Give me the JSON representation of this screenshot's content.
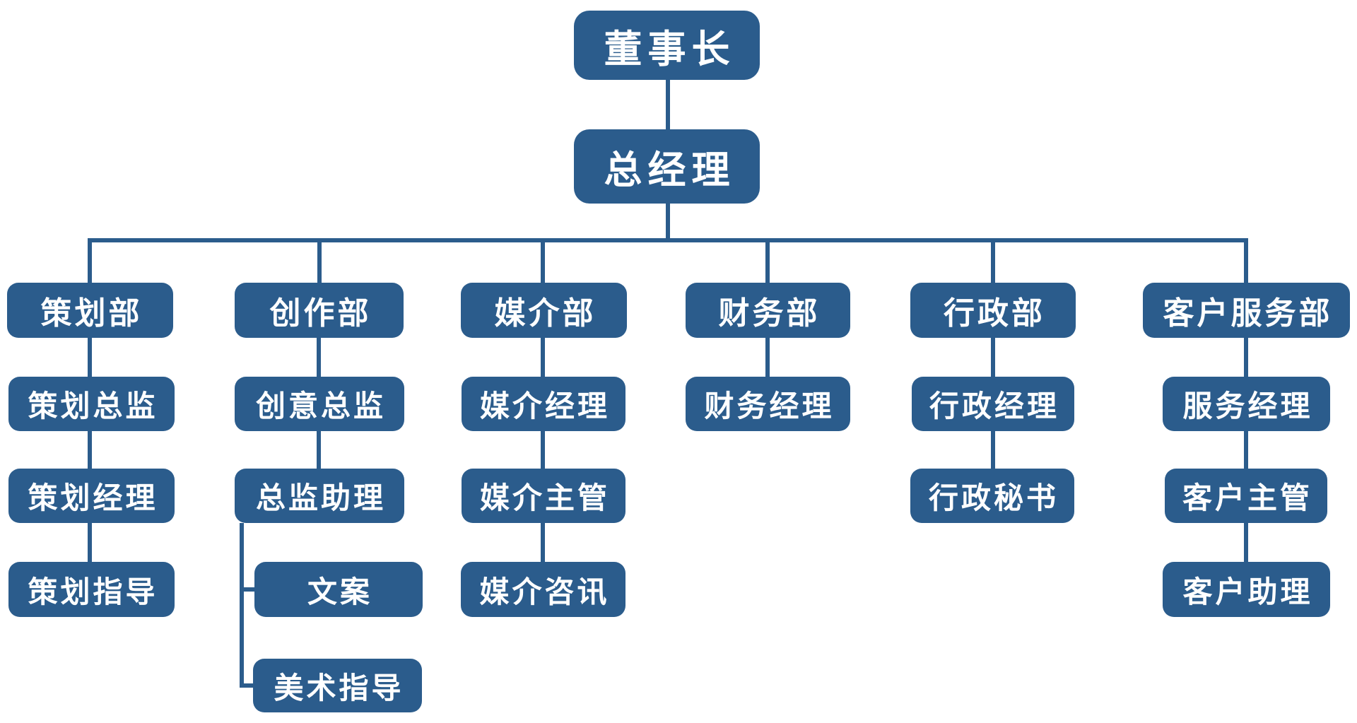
{
  "diagram": {
    "type": "org-chart",
    "direction": "top-down",
    "language": "zh-CN",
    "background_color": "#FFFFFF"
  },
  "colors": {
    "node_fill": "#2B5C8C",
    "node_text": "#FFFFFF",
    "connector": "#2B5C8C"
  },
  "nodes": {
    "chairman": {
      "label": "董事长",
      "parent": null
    },
    "general_manager": {
      "label": "总经理",
      "parent": "chairman"
    },
    "planning_dept": {
      "label": "策划部",
      "parent": "general_manager"
    },
    "creative_dept": {
      "label": "创作部",
      "parent": "general_manager"
    },
    "media_dept": {
      "label": "媒介部",
      "parent": "general_manager"
    },
    "finance_dept": {
      "label": "财务部",
      "parent": "general_manager"
    },
    "admin_dept": {
      "label": "行政部",
      "parent": "general_manager"
    },
    "customer_service_dept": {
      "label": "客户服务部",
      "parent": "general_manager"
    },
    "planning_director": {
      "label": "策划总监",
      "parent": "planning_dept"
    },
    "planning_manager": {
      "label": "策划经理",
      "parent": "planning_director"
    },
    "planning_supervisor": {
      "label": "策划指导",
      "parent": "planning_manager"
    },
    "creative_director": {
      "label": "创意总监",
      "parent": "creative_dept"
    },
    "director_assistant": {
      "label": "总监助理",
      "parent": "creative_director"
    },
    "copywriter": {
      "label": "文案",
      "parent": "director_assistant"
    },
    "art_director": {
      "label": "美术指导",
      "parent": "director_assistant"
    },
    "media_manager": {
      "label": "媒介经理",
      "parent": "media_dept"
    },
    "media_supervisor": {
      "label": "媒介主管",
      "parent": "media_manager"
    },
    "media_consultant": {
      "label": "媒介咨讯",
      "parent": "media_supervisor"
    },
    "finance_manager": {
      "label": "财务经理",
      "parent": "finance_dept"
    },
    "admin_manager": {
      "label": "行政经理",
      "parent": "admin_dept"
    },
    "admin_secretary": {
      "label": "行政秘书",
      "parent": "admin_manager"
    },
    "service_manager": {
      "label": "服务经理",
      "parent": "customer_service_dept"
    },
    "account_supervisor": {
      "label": "客户主管",
      "parent": "service_manager"
    },
    "account_assistant": {
      "label": "客户助理",
      "parent": "account_supervisor"
    }
  }
}
